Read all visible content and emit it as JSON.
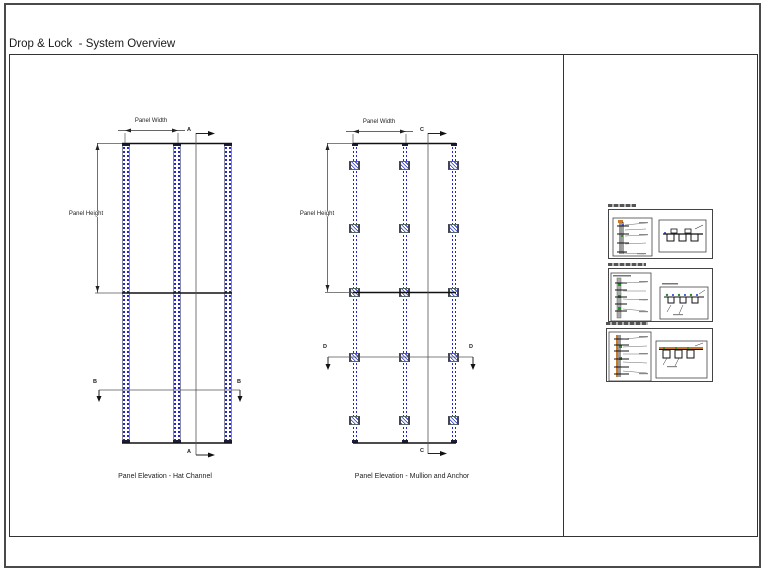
{
  "page": {
    "title": "Drop & Lock  - System Overview"
  },
  "elevations": {
    "hat_channel": {
      "caption": "Panel Elevation - Hat Channel",
      "dim_width_label": "Panel Width",
      "dim_height_label": "Panel Height",
      "section_vertical": "A",
      "section_horizontal": "B"
    },
    "mullion_anchor": {
      "caption": "Panel Elevation - Mullion and Anchor",
      "dim_width_label": "Panel Width",
      "dim_height_label": "Panel Height",
      "section_vertical": "C",
      "section_horizontal": "D"
    }
  },
  "details_panel": {
    "box_count": 3,
    "captions_legible": false
  },
  "colors": {
    "mullion_blue": "#2525cc",
    "anchor_hatch_blue": "#2233cc",
    "detail_orange": "#c87828",
    "detail_green": "#2a8a2a",
    "line_dark": "#111111",
    "frame_gray": "#4a4a4a"
  }
}
